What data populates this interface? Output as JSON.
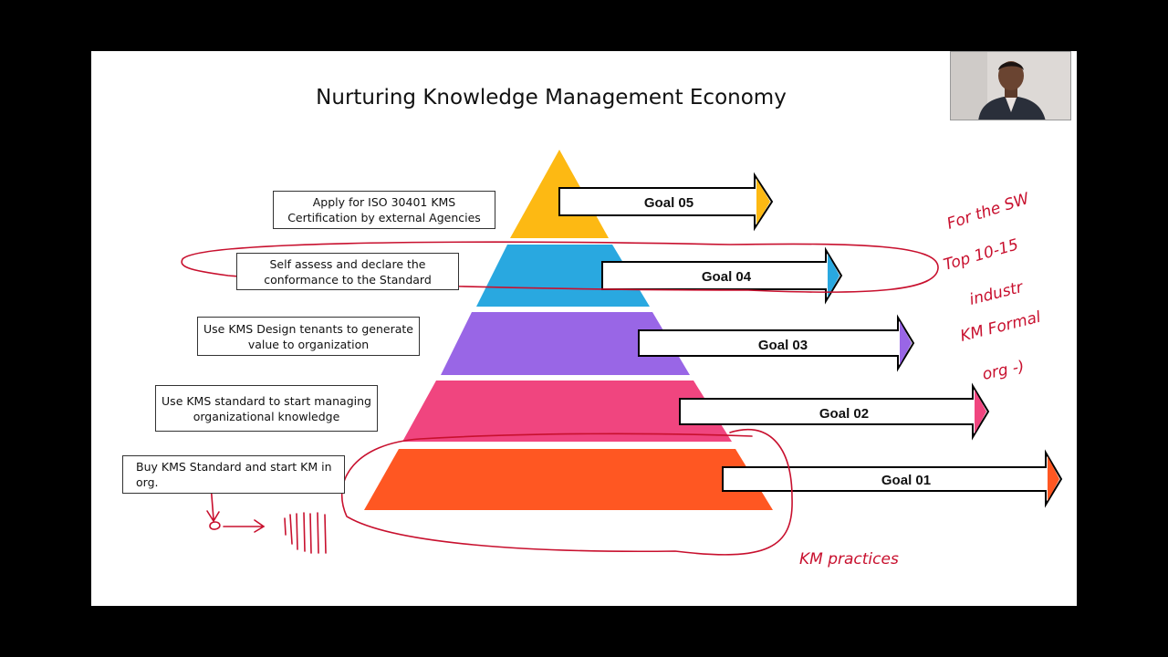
{
  "slide": {
    "title": "Nurturing Knowledge Management Economy"
  },
  "levels": [
    {
      "goal": "Goal 05",
      "description": "Apply for ISO 30401 KMS Certification by external Agencies",
      "color": "#FDB913"
    },
    {
      "goal": "Goal 04",
      "description": "Self assess and declare the conformance to the Standard",
      "color": "#29A8E0"
    },
    {
      "goal": "Goal 03",
      "description": "Use KMS Design tenants to generate value to organization",
      "color": "#9966E6"
    },
    {
      "goal": "Goal 02",
      "description": "Use KMS standard to start managing organizational knowledge",
      "color": "#F0457F"
    },
    {
      "goal": "Goal 01",
      "description": "Buy KMS Standard and start KM in org.",
      "color": "#FF5722"
    }
  ],
  "annotations": {
    "color": "#c8102e",
    "note_lines": [
      "For the SW",
      "Top 10-15",
      "industr",
      "KM Formal",
      "org -)"
    ],
    "km_practices": "KM practices"
  },
  "webcam": {
    "icon": "presenter-webcam-icon"
  }
}
